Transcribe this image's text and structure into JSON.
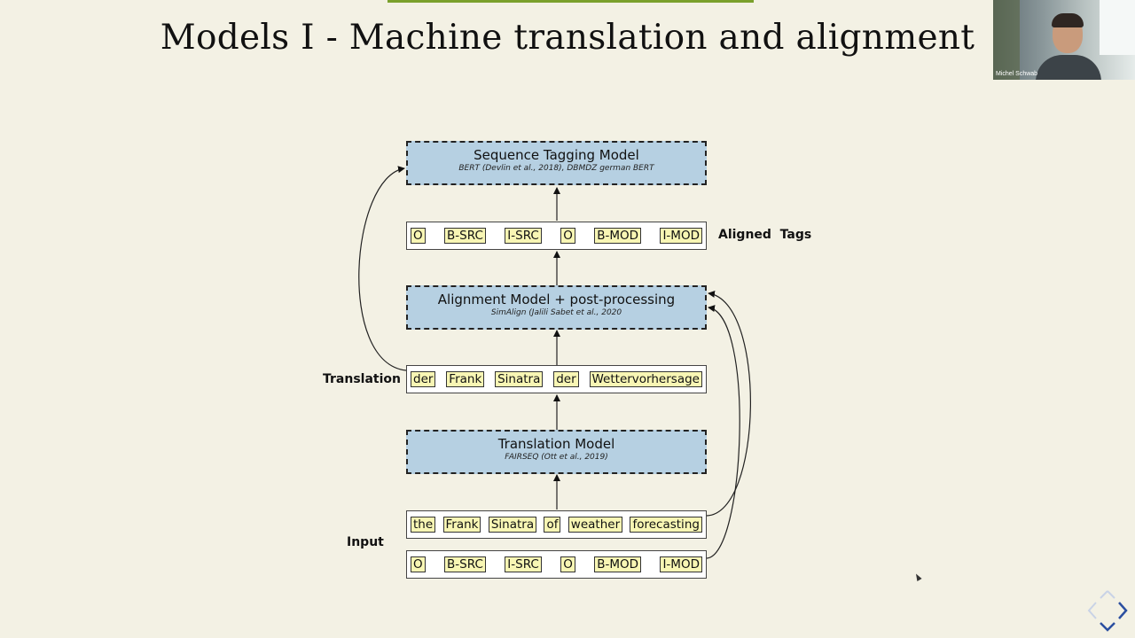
{
  "slide": {
    "title": "Models I - Machine translation and alignment"
  },
  "webcam": {
    "name": "Michel Schwab"
  },
  "diagram": {
    "seq_model": {
      "title": "Sequence Tagging Model",
      "sub": "BERT (Devlin et al., 2018),  DBMDZ german BERT"
    },
    "aligned_tags": [
      "O",
      "B-SRC",
      "I-SRC",
      "O",
      "B-MOD",
      "I-MOD"
    ],
    "aligned_tags_label": "Aligned  Tags",
    "align_model": {
      "title": "Alignment Model + post-processing",
      "sub": "SimAlign (Jalili Sabet et al., 2020"
    },
    "translation_label": "Translation",
    "translation_tokens": [
      "der",
      "Frank",
      "Sinatra",
      "der",
      "Wettervorhersage"
    ],
    "trans_model": {
      "title": "Translation Model",
      "sub": "FAIRSEQ (Ott et al., 2019)"
    },
    "input_label": "Input",
    "input_tokens": [
      "the",
      "Frank",
      "Sinatra",
      "of",
      "weather",
      "forecasting"
    ],
    "input_tags": [
      "O",
      "B-SRC",
      "I-SRC",
      "O",
      "B-MOD",
      "I-MOD"
    ]
  },
  "icons": {
    "nav": "navigation-diamond-icon",
    "cursor": "mouse-cursor-icon"
  },
  "colors": {
    "model_fill": "#b6d0e2",
    "token_fill": "#f8f6b4",
    "accent_bar": "#7aa02c",
    "background": "#f3f1e4"
  }
}
